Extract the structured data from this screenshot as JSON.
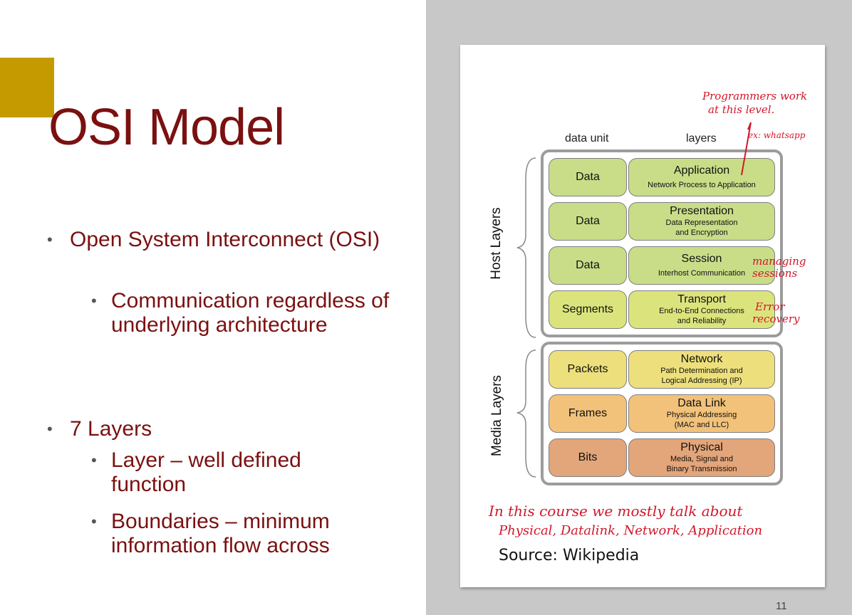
{
  "slide": {
    "title": "OSI Model",
    "bullets": [
      {
        "text": "Open System Interconnect (OSI)",
        "sub": [
          "Communication regardless of underlying architecture"
        ]
      },
      {
        "text": "7 Layers",
        "sub": [
          "Layer – well defined function",
          "Boundaries – minimum information flow across"
        ]
      }
    ],
    "page_number": "11",
    "accent_color": "#c49a00",
    "title_color": "#7b1010"
  },
  "figure": {
    "col_unit": "data unit",
    "col_layers": "layers",
    "host_label": "Host Layers",
    "media_label": "Media Layers",
    "rows": [
      {
        "unit": "Data",
        "name": "Application",
        "desc": [
          "Network Process to Application"
        ],
        "color": "#c9dd88"
      },
      {
        "unit": "Data",
        "name": "Presentation",
        "desc": [
          "Data Representation",
          "and Encryption"
        ],
        "color": "#c9dd88"
      },
      {
        "unit": "Data",
        "name": "Session",
        "desc": [
          "Interhost Communication"
        ],
        "color": "#c9dd88"
      },
      {
        "unit": "Segments",
        "name": "Transport",
        "desc": [
          "End-to-End Connections",
          "and Reliability"
        ],
        "color": "#dbe47c"
      },
      {
        "unit": "Packets",
        "name": "Network",
        "desc": [
          "Path Determination and",
          "Logical Addressing (IP)"
        ],
        "color": "#ede07c"
      },
      {
        "unit": "Frames",
        "name": "Data Link",
        "desc": [
          "Physical Addressing",
          "(MAC and LLC)"
        ],
        "color": "#f2c27a"
      },
      {
        "unit": "Bits",
        "name": "Physical",
        "desc": [
          "Media, Signal and",
          "Binary Transmission"
        ],
        "color": "#e3a57a"
      }
    ],
    "source": "Source: Wikipedia"
  },
  "annotations": {
    "programmers_1": "Programmers work",
    "programmers_2": "at this level.",
    "example": "ex: whatsapp",
    "managing_1": "managing",
    "managing_2": "sessions",
    "error_1": "Error",
    "error_2": "recovery",
    "course_1": "In this course we mostly talk about",
    "course_2": "Physical, Datalink, Network, Application",
    "ink_color": "#d2172b"
  }
}
